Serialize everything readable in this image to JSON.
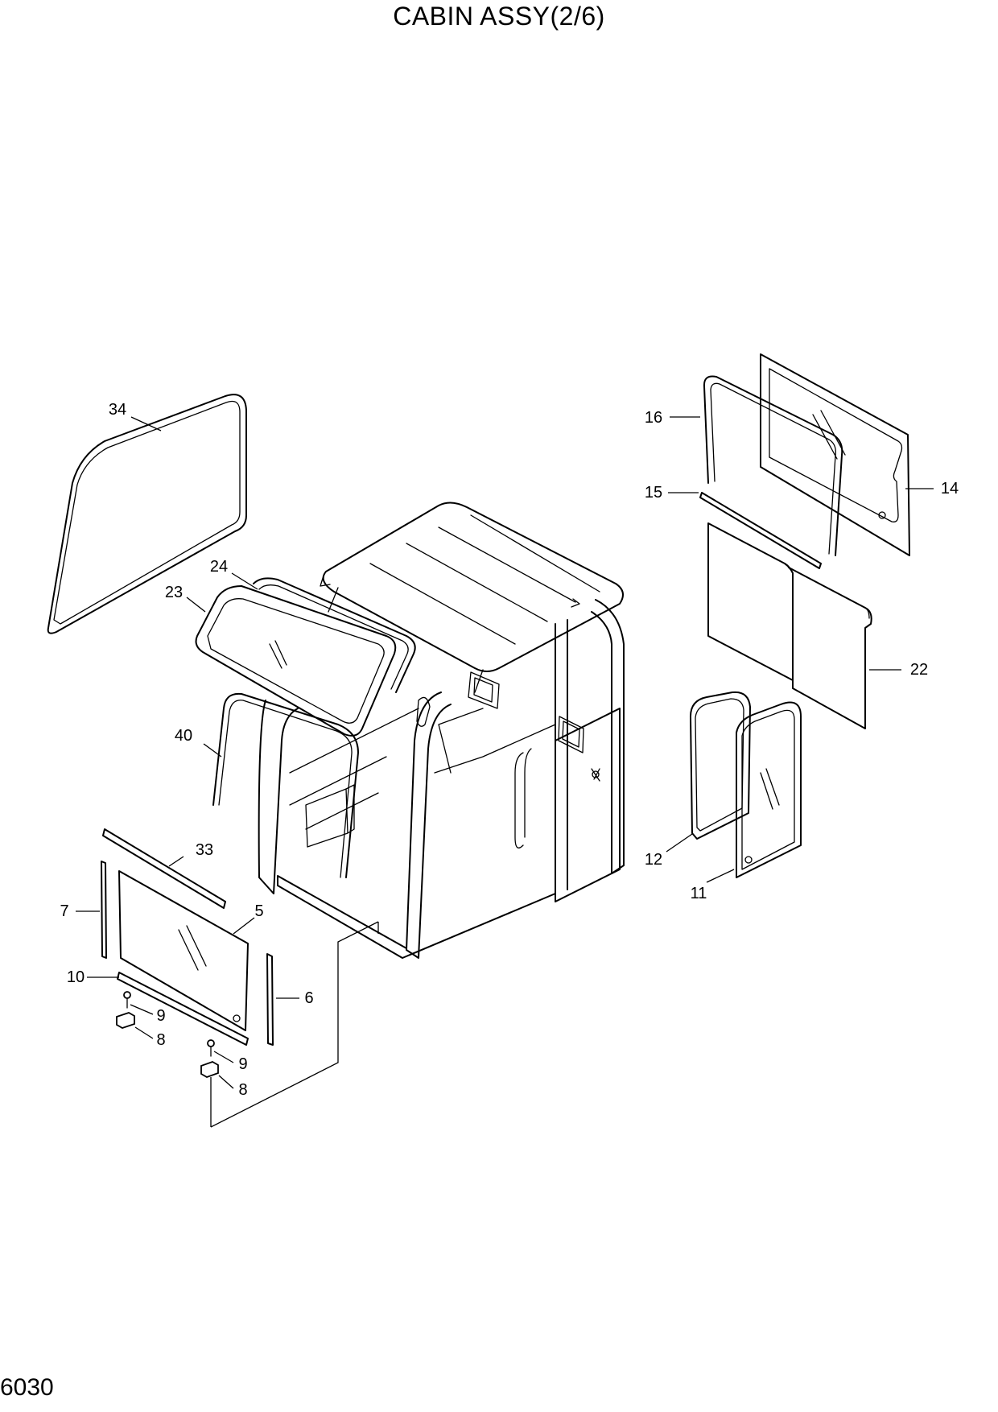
{
  "title": "CABIN ASSY(2/6)",
  "page_code": "6030",
  "callouts": [
    {
      "id": "c34",
      "label": "34"
    },
    {
      "id": "c24",
      "label": "24"
    },
    {
      "id": "c23",
      "label": "23"
    },
    {
      "id": "c40",
      "label": "40"
    },
    {
      "id": "c33",
      "label": "33"
    },
    {
      "id": "c7",
      "label": "7"
    },
    {
      "id": "c5",
      "label": "5"
    },
    {
      "id": "c10",
      "label": "10"
    },
    {
      "id": "c9a",
      "label": "9"
    },
    {
      "id": "c8a",
      "label": "8"
    },
    {
      "id": "c6",
      "label": "6"
    },
    {
      "id": "c9b",
      "label": "9"
    },
    {
      "id": "c8b",
      "label": "8"
    },
    {
      "id": "c16",
      "label": "16"
    },
    {
      "id": "c15",
      "label": "15"
    },
    {
      "id": "c14",
      "label": "14"
    },
    {
      "id": "c22",
      "label": "22"
    },
    {
      "id": "c12",
      "label": "12"
    },
    {
      "id": "c11",
      "label": "11"
    }
  ]
}
